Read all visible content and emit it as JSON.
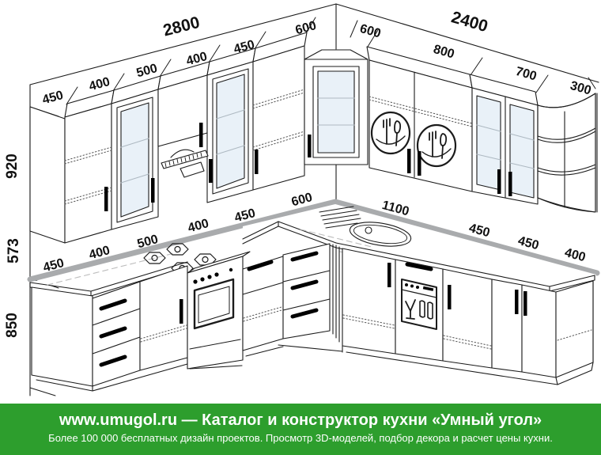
{
  "dims": {
    "top_left": {
      "total": "2800",
      "widths": [
        "450",
        "400",
        "500",
        "400",
        "450",
        "600"
      ]
    },
    "top_right": {
      "total": "2400",
      "widths": [
        "600",
        "800",
        "700",
        "300"
      ]
    },
    "left_heights": [
      "920",
      "573",
      "850"
    ],
    "bottom_left": {
      "widths": [
        "450",
        "400",
        "500",
        "400",
        "450",
        "600"
      ]
    },
    "bottom_right": {
      "widths": [
        "1100",
        "450",
        "450",
        "400"
      ]
    }
  },
  "drawing": {
    "line_color": "#1b1b1b",
    "glass_color": "#e9f1f8",
    "glass_shelf_color": "#aeb9c2",
    "backsplash_color": "#a9abad",
    "icons": [
      "glass-door-icon",
      "extractor-hood-icon",
      "hob-burners-icon",
      "oven-icon",
      "sink-icon",
      "dish-dryer-icon",
      "dishwasher-icon",
      "corner-shelf-icon",
      "door-handle-icon",
      "drawer-handle-icon"
    ]
  },
  "footer": {
    "bg_color": "#2d9e2d",
    "text_color": "#ffffff",
    "title": "www.umugol.ru — Каталог и конструктор кухни «Умный угол»",
    "subtitle": "Более 100 000 бесплатных дизайн проектов. Просмотр 3D-моделей, подбор декора и расчет цены кухни."
  }
}
